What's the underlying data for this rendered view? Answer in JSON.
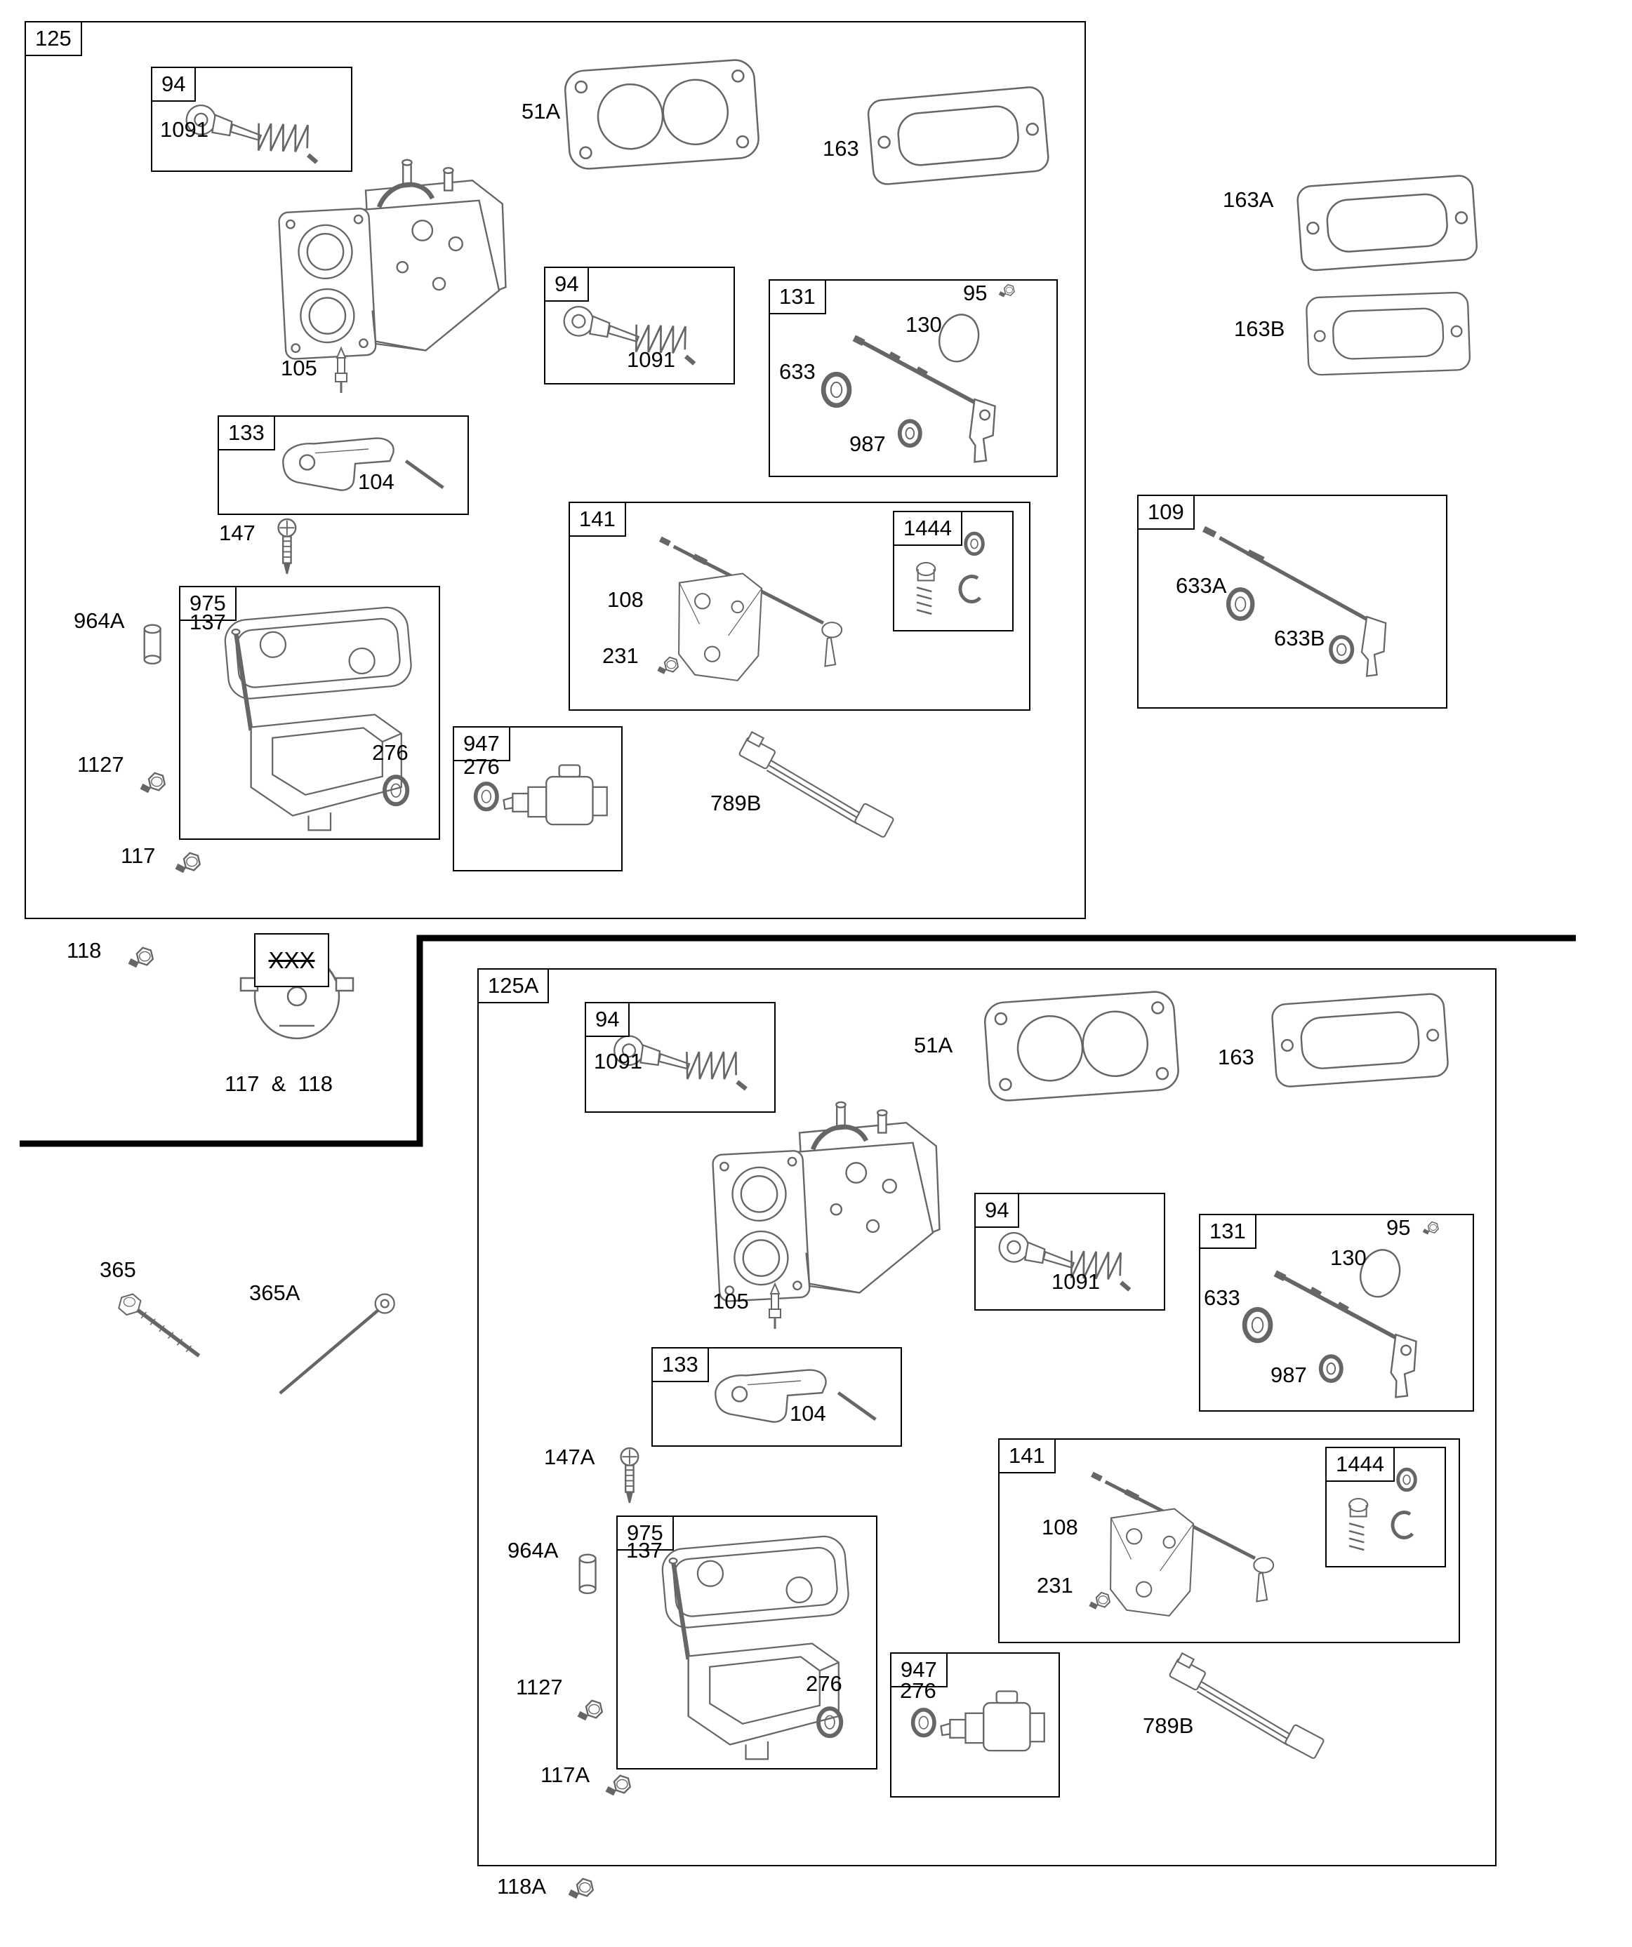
{
  "groups": {
    "125": "125",
    "125A": "125A",
    "94": "94",
    "131": "131",
    "133": "133",
    "975": "975",
    "141": "141",
    "1444": "1444",
    "109": "109",
    "947": "947"
  },
  "callouts": {
    "1091": "1091",
    "51A": "51A",
    "163": "163",
    "163A": "163A",
    "163B": "163B",
    "105": "105",
    "95": "95",
    "130": "130",
    "633": "633",
    "987": "987",
    "104": "104",
    "147": "147",
    "147A": "147A",
    "137": "137",
    "964A": "964A",
    "108": "108",
    "231": "231",
    "633A": "633A",
    "633B": "633B",
    "276": "276",
    "789B": "789B",
    "1127": "1127",
    "117": "117",
    "118": "118",
    "117A": "117A",
    "118A": "118A",
    "117_and_118": "117  &  118",
    "xxx": "XXX",
    "365": "365",
    "365A": "365A"
  },
  "colors": {
    "line_art": "#666666",
    "border": "#000000",
    "background": "#ffffff"
  }
}
